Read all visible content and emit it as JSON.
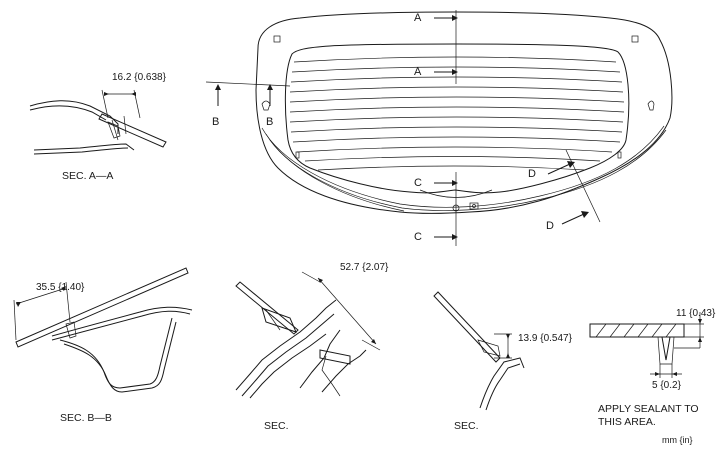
{
  "labels": {
    "top_a_top": "A",
    "top_a_mid": "A",
    "top_b_left": "B",
    "top_b_right": "B",
    "top_c_mid": "C",
    "top_c_bottom": "C",
    "top_d_mid": "D",
    "top_d_bottom": "D",
    "sec_aa_dim": "16.2 {0.638}",
    "sec_aa_title": "SEC. A—A",
    "sec_bb_dim": "35.5 {1.40}",
    "sec_bb_title": "SEC. B—B",
    "sec_c_dim": "52.7 {2.07}",
    "sec_c_title": "SEC.",
    "sec_d_dim": "13.9 {0.547}",
    "sec_d_title": "SEC.",
    "sealant_dim_h": "11 {0.43}",
    "sealant_dim_w": "5 {0.2}",
    "sealant_note_1": "APPLY SEALANT TO",
    "sealant_note_2": "THIS AREA.",
    "units": "mm {in}"
  }
}
